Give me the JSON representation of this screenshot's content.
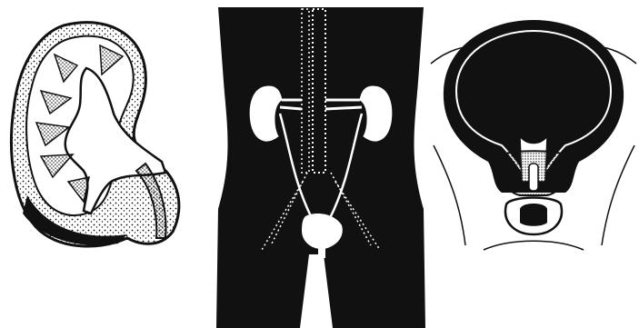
{
  "figure": {
    "panels": [
      {
        "id": "kidney",
        "icon": "kidney-cross-section-illustration"
      },
      {
        "id": "torso",
        "icon": "urinary-system-in-torso-illustration"
      },
      {
        "id": "bladder",
        "icon": "bladder-cross-section-illustration"
      }
    ],
    "colors": {
      "ink": "#111111",
      "paper": "#ffffff"
    }
  }
}
